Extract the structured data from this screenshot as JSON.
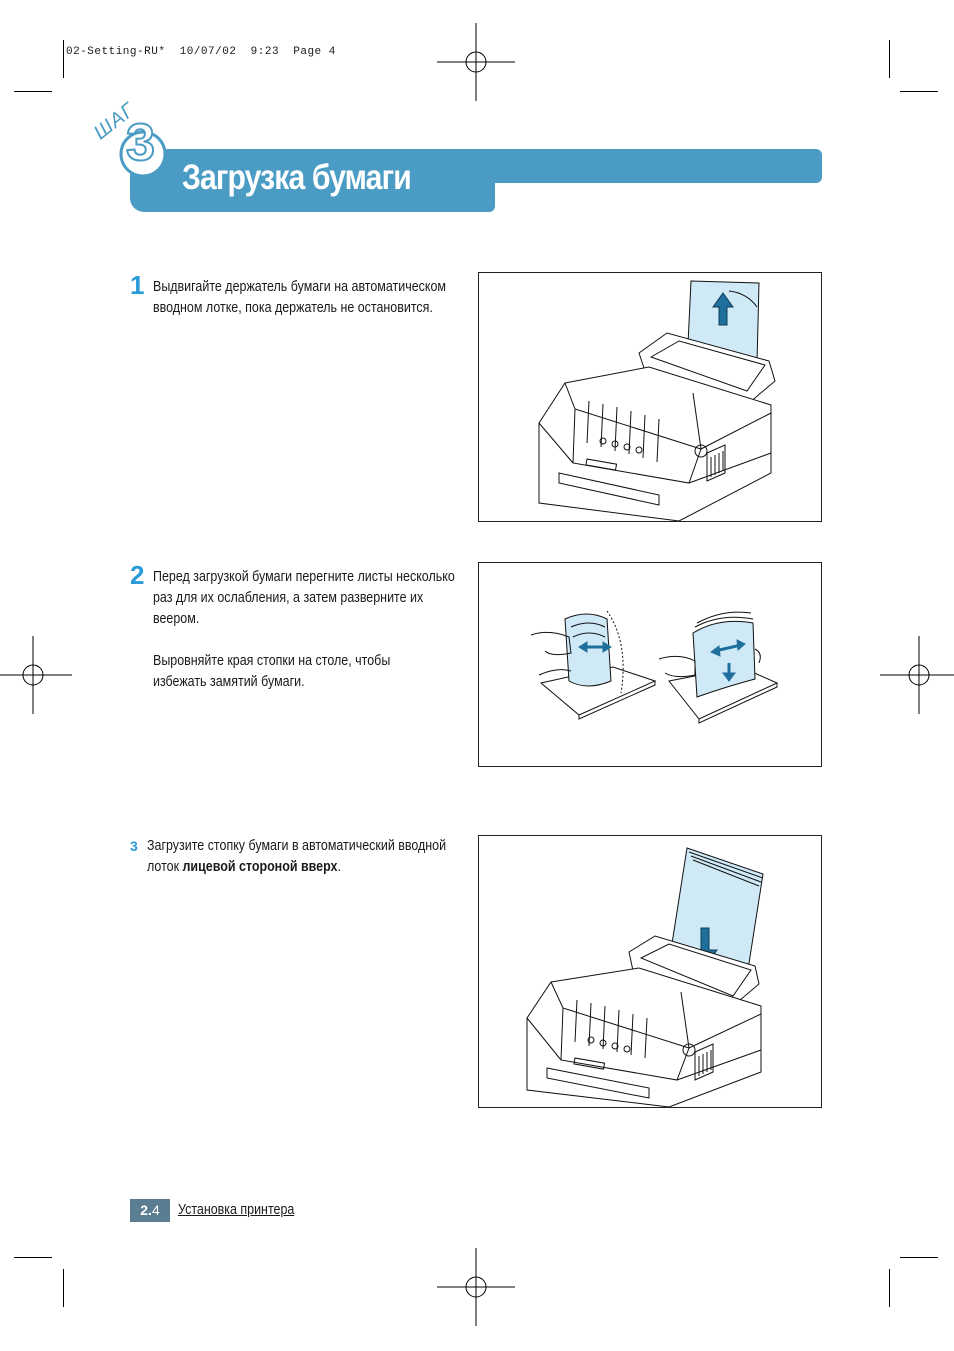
{
  "slug": {
    "file": "02-Setting-RU*",
    "date": "10/07/02",
    "time": "9:23",
    "page_label": "Page",
    "page_number": "4"
  },
  "header": {
    "step_word": "ШАГ",
    "step_number": "3",
    "title": "Загрузка бумаги"
  },
  "steps": [
    {
      "number": "1",
      "text": "Выдвигайте держатель бумаги на автоматическом вводном лотке, пока держатель не остановится."
    },
    {
      "number": "2",
      "text": "Перед загрузкой бумаги перегните листы несколько раз для их ослабления, а затем разверните их веером.",
      "text2": "Выровняйте края стопки на столе, чтобы избежать замятий бумаги."
    },
    {
      "number": "3",
      "text_before": "Загрузите стопку бумаги в автоматический вводной лоток ",
      "text_bold": "лицевой стороной вверх",
      "text_after": "."
    }
  ],
  "footer": {
    "page_chapter": "2.",
    "page_sub": "4",
    "section": "Установка принтера"
  },
  "colors": {
    "accent": "#4a9cc4",
    "number_blue": "#2a9ad8",
    "paper_fill": "#cfe9f6",
    "arrow": "#1f6f9c",
    "page_box": "#5b7d92"
  }
}
